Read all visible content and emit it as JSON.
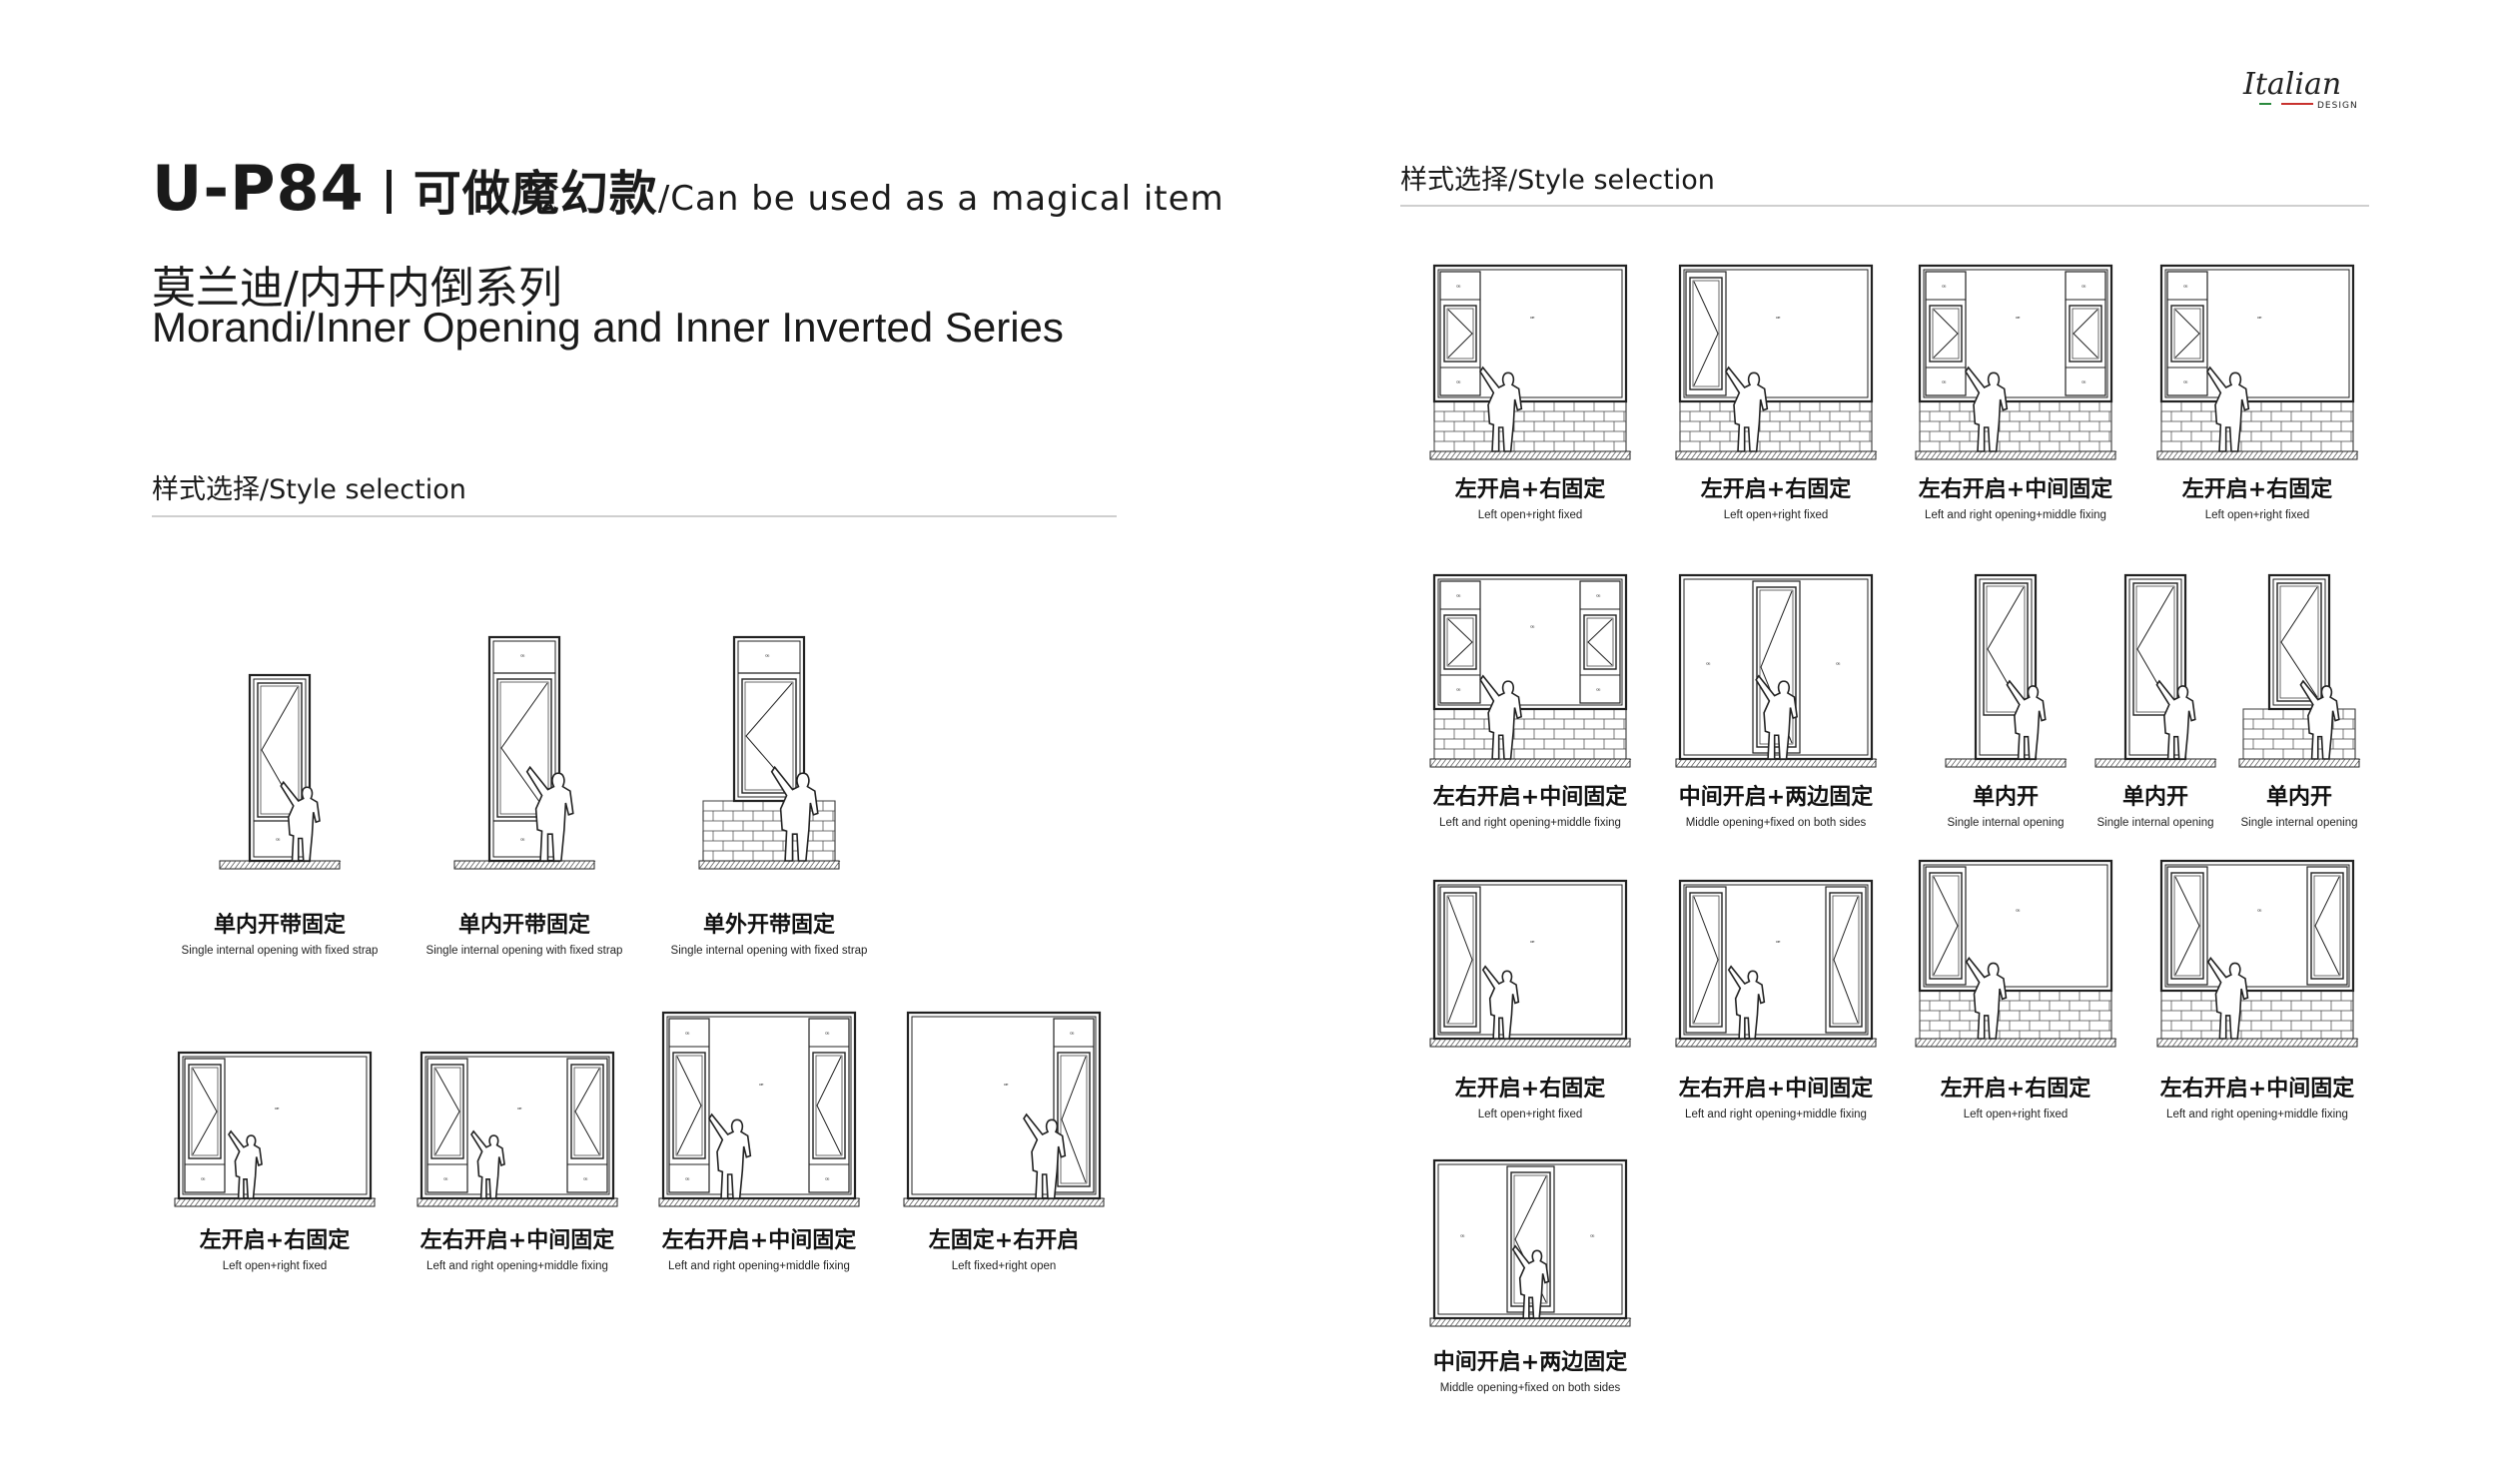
{
  "header": {
    "model": "U-P84",
    "tag_cn": "可做魔幻款",
    "tag_en": "/Can be used as a magical item",
    "series_cn": "莫兰迪/内开内倒系列",
    "series_en": "Morandi/Inner Opening and Inner Inverted Series"
  },
  "brand": {
    "logo_script": "Italian",
    "logo_word": "DESIGN"
  },
  "left_section": {
    "title": "样式选择/Style selection"
  },
  "right_section": {
    "title": "样式选择/Style selection"
  },
  "left_items": [
    {
      "cn": "单内开带固定",
      "en": "Single internal opening with fixed strap"
    },
    {
      "cn": "单内开带固定",
      "en": "Single internal opening with fixed strap"
    },
    {
      "cn": "单外开带固定",
      "en": "Single internal opening with fixed strap"
    },
    {
      "cn": "左开启+右固定",
      "en": "Left open+right fixed"
    },
    {
      "cn": "左右开启+中间固定",
      "en": "Left and right opening+middle fixing"
    },
    {
      "cn": "左右开启+中间固定",
      "en": "Left and right opening+middle fixing"
    },
    {
      "cn": "左固定+右开启",
      "en": "Left fixed+right open"
    }
  ],
  "right_items": [
    {
      "cn": "左开启+右固定",
      "en": "Left open+right fixed"
    },
    {
      "cn": "左开启+右固定",
      "en": "Left open+right fixed"
    },
    {
      "cn": "左右开启+中间固定",
      "en": "Left and right opening+middle fixing"
    },
    {
      "cn": "左开启+右固定",
      "en": "Left open+right fixed"
    },
    {
      "cn": "左右开启+中间固定",
      "en": "Left and right opening+middle fixing"
    },
    {
      "cn": "中间开启+两边固定",
      "en": "Middle opening+fixed on both sides"
    },
    {
      "cn": "单内开",
      "en": "Single internal opening"
    },
    {
      "cn": "单内开",
      "en": "Single internal opening"
    },
    {
      "cn": "单内开",
      "en": "Single internal opening"
    },
    {
      "cn": "左开启+右固定",
      "en": "Left open+right fixed"
    },
    {
      "cn": "左右开启+中间固定",
      "en": "Left and right opening+middle fixing"
    },
    {
      "cn": "左开启+右固定",
      "en": "Left open+right fixed"
    },
    {
      "cn": "左右开启+中间固定",
      "en": "Left and right opening+middle fixing"
    },
    {
      "cn": "中间开启+两边固定",
      "en": "Middle opening+fixed on both sides"
    }
  ]
}
